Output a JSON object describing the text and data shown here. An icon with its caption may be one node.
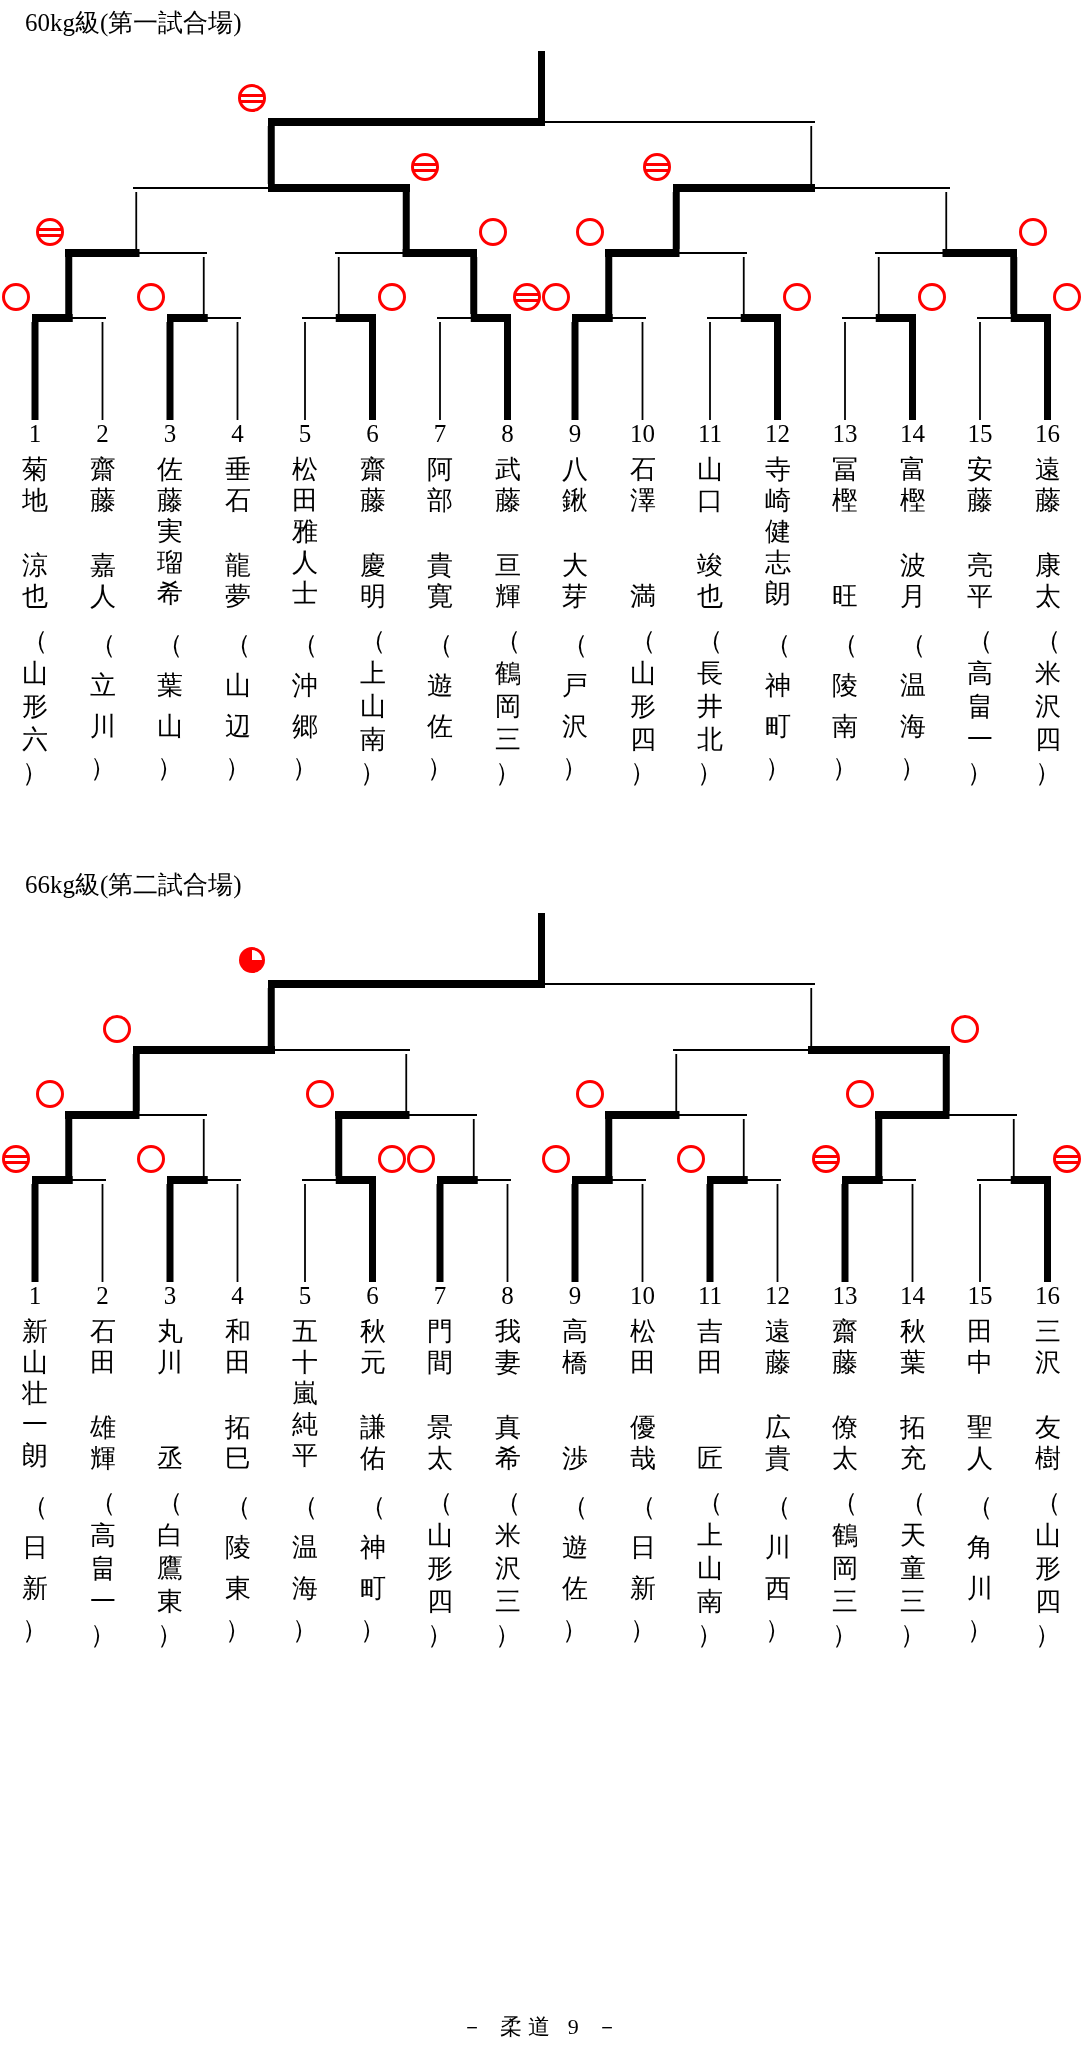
{
  "diagram": {
    "caption": "－ 柔道 9 －",
    "nodes": [
      {
        "text": [
          "1",
          "菊地",
          "涼也",
          "（山形六）"
        ]
      },
      {
        "text": [
          "2",
          "齋藤",
          "嘉人",
          "（立川）"
        ]
      },
      {
        "text": [
          "3",
          "佐藤実瑠希",
          "（葉山）"
        ]
      },
      {
        "text": [
          "4",
          "垂石",
          "龍夢",
          "（山辺）"
        ]
      },
      {
        "text": [
          "5",
          "松田雅人士",
          "（沖郷）"
        ]
      },
      {
        "text": [
          "6",
          "齋藤",
          "慶明",
          "（上山南）"
        ]
      },
      {
        "text": [
          "7",
          "阿部",
          "貴寛",
          "（遊佐）"
        ]
      },
      {
        "text": [
          "8",
          "武藤",
          "亘輝",
          "（鶴岡三）"
        ]
      },
      {
        "text": [
          "9",
          "八鍬",
          "大芽",
          "（戸沢）"
        ]
      },
      {
        "text": [
          "10",
          "石澤",
          "満",
          "（山形四）"
        ]
      },
      {
        "text": [
          "11",
          "山口",
          "竣也",
          "（長井北）"
        ]
      },
      {
        "text": [
          "12",
          "寺崎健志朗",
          "（神町）"
        ]
      },
      {
        "text": [
          "13",
          "冨樫",
          "旺",
          "（陵南）"
        ]
      },
      {
        "text": [
          "14",
          "富樫",
          "波月",
          "（温海）"
        ]
      },
      {
        "text": [
          "15",
          "安藤",
          "亮平",
          "（高畠一）"
        ]
      },
      {
        "text": [
          "16",
          "遠藤",
          "康太",
          "（米沢四）"
        ]
      },
      {
        "text": [],
        "shape": "bar"
      },
      {
        "text": [],
        "shape": "bar"
      },
      {
        "text": [],
        "shape": "bar"
      },
      {
        "text": [],
        "shape": "bar"
      },
      {
        "text": [],
        "shape": "bar"
      },
      {
        "text": [],
        "shape": "bar"
      },
      {
        "text": [],
        "shape": "bar"
      },
      {
        "text": [],
        "shape": "bar"
      },
      {
        "text": [],
        "shape": "bar"
      },
      {
        "text": [],
        "shape": "bar"
      },
      {
        "text": [],
        "shape": "bar"
      },
      {
        "text": [],
        "shape": "bar"
      },
      {
        "text": [],
        "shape": "bar"
      },
      {
        "text": [],
        "shape": "bar"
      },
      {
        "text": [],
        "shape": "bar"
      },
      {
        "text": [
          "1",
          "新山壮一朗",
          "（日新）"
        ]
      },
      {
        "text": [
          "2",
          "石田",
          "雄輝",
          "（高畠一）"
        ]
      },
      {
        "text": [
          "3",
          "丸川",
          "丞",
          "（白鷹東）"
        ]
      },
      {
        "text": [
          "4",
          "和田",
          "拓巳",
          "（陵東）"
        ]
      },
      {
        "text": [
          "5",
          "五十嵐純平",
          "（温海）"
        ]
      },
      {
        "text": [
          "6",
          "秋元",
          "謙佑",
          "（神町）"
        ]
      },
      {
        "text": [
          "7",
          "門間",
          "景太",
          "（山形四）"
        ]
      },
      {
        "text": [
          "8",
          "我妻",
          "真希",
          "（米沢三）"
        ]
      },
      {
        "text": [
          "9",
          "高橋",
          "渉",
          "（遊佐）"
        ]
      },
      {
        "text": [
          "10",
          "松田",
          "優哉",
          "（日新）"
        ]
      },
      {
        "text": [
          "11",
          "吉田",
          "匠",
          "（上山南）"
        ]
      },
      {
        "text": [
          "12",
          "遠藤",
          "広貴",
          "（川西）"
        ]
      },
      {
        "text": [
          "13",
          "齋藤",
          "僚太",
          "（鶴岡三）"
        ]
      },
      {
        "text": [
          "14",
          "秋葉",
          "拓充",
          "（天童三）"
        ]
      },
      {
        "text": [
          "15",
          "田中",
          "聖人",
          "（角川）"
        ]
      },
      {
        "text": [
          "16",
          "三沢",
          "友樹",
          "（山形四）"
        ]
      },
      {
        "text": [],
        "shape": "bar"
      },
      {
        "text": [],
        "shape": "bar"
      },
      {
        "text": [],
        "shape": "bar"
      },
      {
        "text": [],
        "shape": "bar"
      },
      {
        "text": [],
        "shape": "bar"
      },
      {
        "text": [],
        "shape": "bar"
      },
      {
        "text": [],
        "shape": "bar"
      },
      {
        "text": [],
        "shape": "bar"
      },
      {
        "text": [],
        "shape": "bar"
      },
      {
        "text": [],
        "shape": "bar"
      },
      {
        "text": [],
        "shape": "bar"
      },
      {
        "text": [],
        "shape": "bar"
      },
      {
        "text": [],
        "shape": "bar"
      },
      {
        "text": [],
        "shape": "bar"
      },
      {
        "text": [],
        "shape": "bar"
      }
    ],
    "edges": [
      {
        "from": 0,
        "to": 16,
        "arrow": "none",
        "style": "thick"
      },
      {
        "from": 1,
        "to": 16,
        "arrow": "none"
      },
      {
        "from": 2,
        "to": 17,
        "arrow": "none",
        "style": "thick"
      },
      {
        "from": 3,
        "to": 17,
        "arrow": "none"
      },
      {
        "from": 4,
        "to": 18,
        "arrow": "none"
      },
      {
        "from": 5,
        "to": 18,
        "arrow": "none",
        "style": "thick"
      },
      {
        "from": 6,
        "to": 19,
        "arrow": "none"
      },
      {
        "from": 7,
        "to": 19,
        "arrow": "none",
        "style": "thick"
      },
      {
        "from": 8,
        "to": 20,
        "arrow": "none",
        "style": "thick"
      },
      {
        "from": 9,
        "to": 20,
        "arrow": "none"
      },
      {
        "from": 10,
        "to": 21,
        "arrow": "none"
      },
      {
        "from": 11,
        "to": 21,
        "arrow": "none",
        "style": "thick"
      },
      {
        "from": 12,
        "to": 22,
        "arrow": "none"
      },
      {
        "from": 13,
        "to": 22,
        "arrow": "none",
        "style": "thick"
      },
      {
        "from": 14,
        "to": 23,
        "arrow": "none"
      },
      {
        "from": 15,
        "to": 23,
        "arrow": "none",
        "style": "thick"
      },
      {
        "from": 16,
        "to": 24,
        "arrow": "none",
        "style": "thick"
      },
      {
        "from": 17,
        "to": 24,
        "arrow": "none"
      },
      {
        "from": 18,
        "to": 25,
        "arrow": "none"
      },
      {
        "from": 19,
        "to": 25,
        "arrow": "none",
        "style": "thick"
      },
      {
        "from": 20,
        "to": 26,
        "arrow": "none",
        "style": "thick"
      },
      {
        "from": 21,
        "to": 26,
        "arrow": "none"
      },
      {
        "from": 22,
        "to": 27,
        "arrow": "none"
      },
      {
        "from": 23,
        "to": 27,
        "arrow": "none",
        "style": "thick"
      },
      {
        "from": 24,
        "to": 28,
        "arrow": "none"
      },
      {
        "from": 25,
        "to": 28,
        "arrow": "none",
        "style": "thick"
      },
      {
        "from": 26,
        "to": 29,
        "arrow": "none",
        "style": "thick"
      },
      {
        "from": 27,
        "to": 29,
        "arrow": "none"
      },
      {
        "from": 28,
        "to": 30,
        "arrow": "none",
        "style": "thick"
      },
      {
        "from": 29,
        "to": 30,
        "arrow": "none"
      },
      {
        "from": 31,
        "to": 47,
        "arrow": "none",
        "style": "thick"
      },
      {
        "from": 32,
        "to": 47,
        "arrow": "none"
      },
      {
        "from": 33,
        "to": 48,
        "arrow": "none",
        "style": "thick"
      },
      {
        "from": 34,
        "to": 48,
        "arrow": "none"
      },
      {
        "from": 35,
        "to": 49,
        "arrow": "none"
      },
      {
        "from": 36,
        "to": 49,
        "arrow": "none",
        "style": "thick"
      },
      {
        "from": 37,
        "to": 50,
        "arrow": "none",
        "style": "thick"
      },
      {
        "from": 38,
        "to": 50,
        "arrow": "none"
      },
      {
        "from": 39,
        "to": 51,
        "arrow": "none",
        "style": "thick"
      },
      {
        "from": 40,
        "to": 51,
        "arrow": "none"
      },
      {
        "from": 41,
        "to": 52,
        "arrow": "none",
        "style": "thick"
      },
      {
        "from": 42,
        "to": 52,
        "arrow": "none"
      },
      {
        "from": 43,
        "to": 53,
        "arrow": "none",
        "style": "thick"
      },
      {
        "from": 44,
        "to": 53,
        "arrow": "none"
      },
      {
        "from": 45,
        "to": 54,
        "arrow": "none"
      },
      {
        "from": 46,
        "to": 54,
        "arrow": "none",
        "style": "thick"
      },
      {
        "from": 47,
        "to": 55,
        "arrow": "none",
        "style": "thick"
      },
      {
        "from": 48,
        "to": 55,
        "arrow": "none"
      },
      {
        "from": 49,
        "to": 56,
        "arrow": "none",
        "style": "thick"
      },
      {
        "from": 50,
        "to": 56,
        "arrow": "none"
      },
      {
        "from": 51,
        "to": 57,
        "arrow": "none",
        "style": "thick"
      },
      {
        "from": 52,
        "to": 57,
        "arrow": "none"
      },
      {
        "from": 53,
        "to": 58,
        "arrow": "none",
        "style": "thick"
      },
      {
        "from": 54,
        "to": 58,
        "arrow": "none"
      },
      {
        "from": 55,
        "to": 59,
        "arrow": "none",
        "style": "thick"
      },
      {
        "from": 56,
        "to": 59,
        "arrow": "none"
      },
      {
        "from": 57,
        "to": 60,
        "arrow": "none"
      },
      {
        "from": 58,
        "to": 60,
        "arrow": "none",
        "style": "thick"
      },
      {
        "from": 59,
        "to": 61,
        "arrow": "none",
        "style": "thick"
      },
      {
        "from": 60,
        "to": 61,
        "arrow": "none"
      }
    ],
    "labels": [
      "60kg級(第一試合場)",
      "66kg級(第二試合場)"
    ]
  }
}
